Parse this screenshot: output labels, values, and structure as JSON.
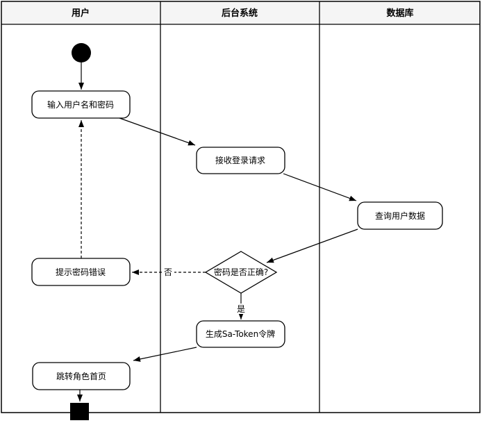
{
  "diagram": {
    "type": "uml-activity-swimlane",
    "lanes": [
      {
        "id": "user",
        "label": "用户"
      },
      {
        "id": "backend",
        "label": "后台系统"
      },
      {
        "id": "database",
        "label": "数据库"
      }
    ],
    "nodes": {
      "start": {
        "shape": "initial-node"
      },
      "input_credentials": {
        "label": "输入用户名和密码"
      },
      "receive_login_request": {
        "label": "接收登录请求"
      },
      "query_user_data": {
        "label": "查询用户数据"
      },
      "password_correct_decision": {
        "label": "密码是否正确?"
      },
      "prompt_password_error": {
        "label": "提示密码错误"
      },
      "generate_sa_token": {
        "label": "生成Sa-Token令牌"
      },
      "redirect_role_home": {
        "label": "跳转角色首页"
      },
      "end": {
        "shape": "final-node"
      }
    },
    "edge_labels": {
      "no": "否",
      "yes": "是"
    },
    "colors": {
      "background": "#ffffff",
      "lane_header_bg": "#f5f5f5",
      "stroke": "#000000",
      "node_fill": "#ffffff",
      "text": "#000000"
    }
  }
}
